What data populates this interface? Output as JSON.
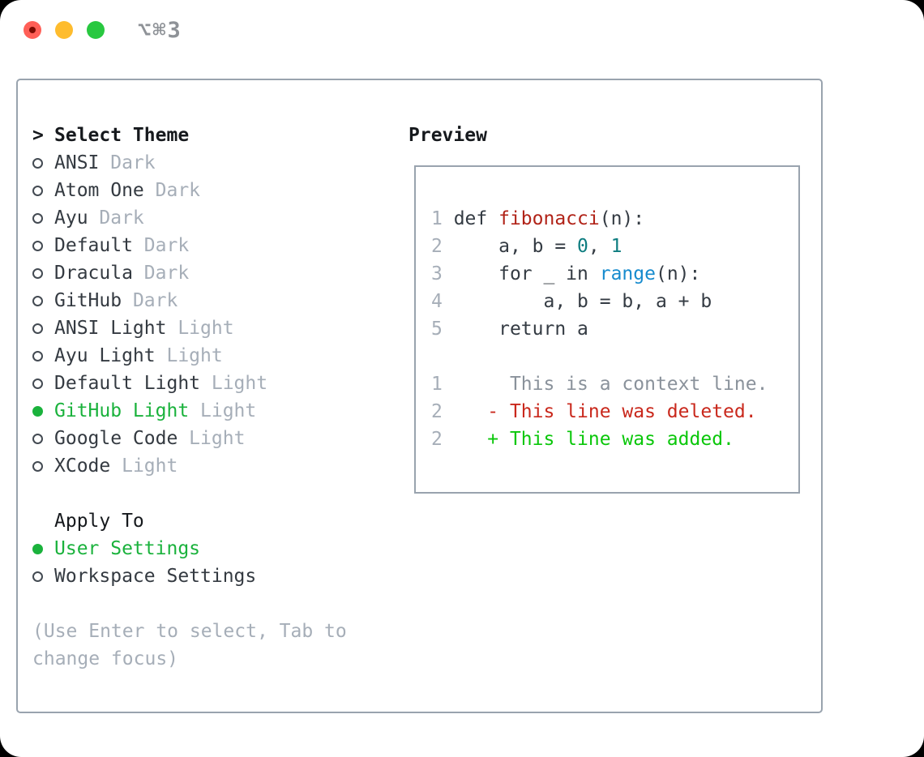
{
  "window": {
    "title": "⌥⌘3"
  },
  "colors": {
    "accent_green": "#1ab23c",
    "muted": "#a6aeb8",
    "text": "#343a41",
    "header_text": "#16191d",
    "border": "#99a3ae",
    "line_number": "#a6aeb8",
    "code": "#343b43",
    "function": "#b12318",
    "number": "#0e7d80",
    "builtin": "#168bce",
    "context": "#8a929b",
    "deleted": "#c9281c",
    "added": "#0ac70a",
    "titlebar_text": "#8e9297",
    "traffic_red": "#ff5f57",
    "traffic_yellow": "#febc2e",
    "traffic_green": "#28c840"
  },
  "theme_panel": {
    "cursor": ">",
    "header": "Select Theme",
    "items": [
      {
        "name": "ANSI",
        "variant": "Dark",
        "selected": false
      },
      {
        "name": "Atom One",
        "variant": "Dark",
        "selected": false
      },
      {
        "name": "Ayu",
        "variant": "Dark",
        "selected": false
      },
      {
        "name": "Default",
        "variant": "Dark",
        "selected": false
      },
      {
        "name": "Dracula",
        "variant": "Dark",
        "selected": false
      },
      {
        "name": "GitHub",
        "variant": "Dark",
        "selected": false
      },
      {
        "name": "ANSI Light",
        "variant": "Light",
        "selected": false
      },
      {
        "name": "Ayu Light",
        "variant": "Light",
        "selected": false
      },
      {
        "name": "Default Light",
        "variant": "Light",
        "selected": false
      },
      {
        "name": "GitHub Light",
        "variant": "Light",
        "selected": true
      },
      {
        "name": "Google Code",
        "variant": "Light",
        "selected": false
      },
      {
        "name": "XCode",
        "variant": "Light",
        "selected": false
      }
    ]
  },
  "apply_panel": {
    "header": "Apply To",
    "items": [
      {
        "name": "User Settings",
        "selected": true
      },
      {
        "name": "Workspace Settings",
        "selected": false
      }
    ]
  },
  "hint": "(Use Enter to select, Tab to change focus)",
  "preview": {
    "title": "Preview",
    "lines": [
      {
        "num": "1",
        "segments": [
          {
            "text": "def ",
            "style": "code"
          },
          {
            "text": "fibonacci",
            "style": "function"
          },
          {
            "text": "(n):",
            "style": "code"
          }
        ]
      },
      {
        "num": "2",
        "segments": [
          {
            "text": "    a, b = ",
            "style": "code"
          },
          {
            "text": "0",
            "style": "number"
          },
          {
            "text": ", ",
            "style": "code"
          },
          {
            "text": "1",
            "style": "number"
          }
        ]
      },
      {
        "num": "3",
        "segments": [
          {
            "text": "    for _ in ",
            "style": "code"
          },
          {
            "text": "range",
            "style": "builtin"
          },
          {
            "text": "(n):",
            "style": "code"
          }
        ]
      },
      {
        "num": "4",
        "segments": [
          {
            "text": "        a, b = b, a + b",
            "style": "code"
          }
        ]
      },
      {
        "num": "5",
        "segments": [
          {
            "text": "    return a",
            "style": "code"
          }
        ]
      },
      {
        "num": "",
        "segments": []
      },
      {
        "num": "1",
        "segments": [
          {
            "text": "     This is a context line.",
            "style": "context"
          }
        ]
      },
      {
        "num": "2",
        "segments": [
          {
            "text": "   ",
            "style": "code"
          },
          {
            "text": "- This line was deleted.",
            "style": "deleted"
          }
        ]
      },
      {
        "num": "2",
        "segments": [
          {
            "text": "   ",
            "style": "code"
          },
          {
            "text": "+ This line was added.",
            "style": "added"
          }
        ]
      }
    ]
  }
}
